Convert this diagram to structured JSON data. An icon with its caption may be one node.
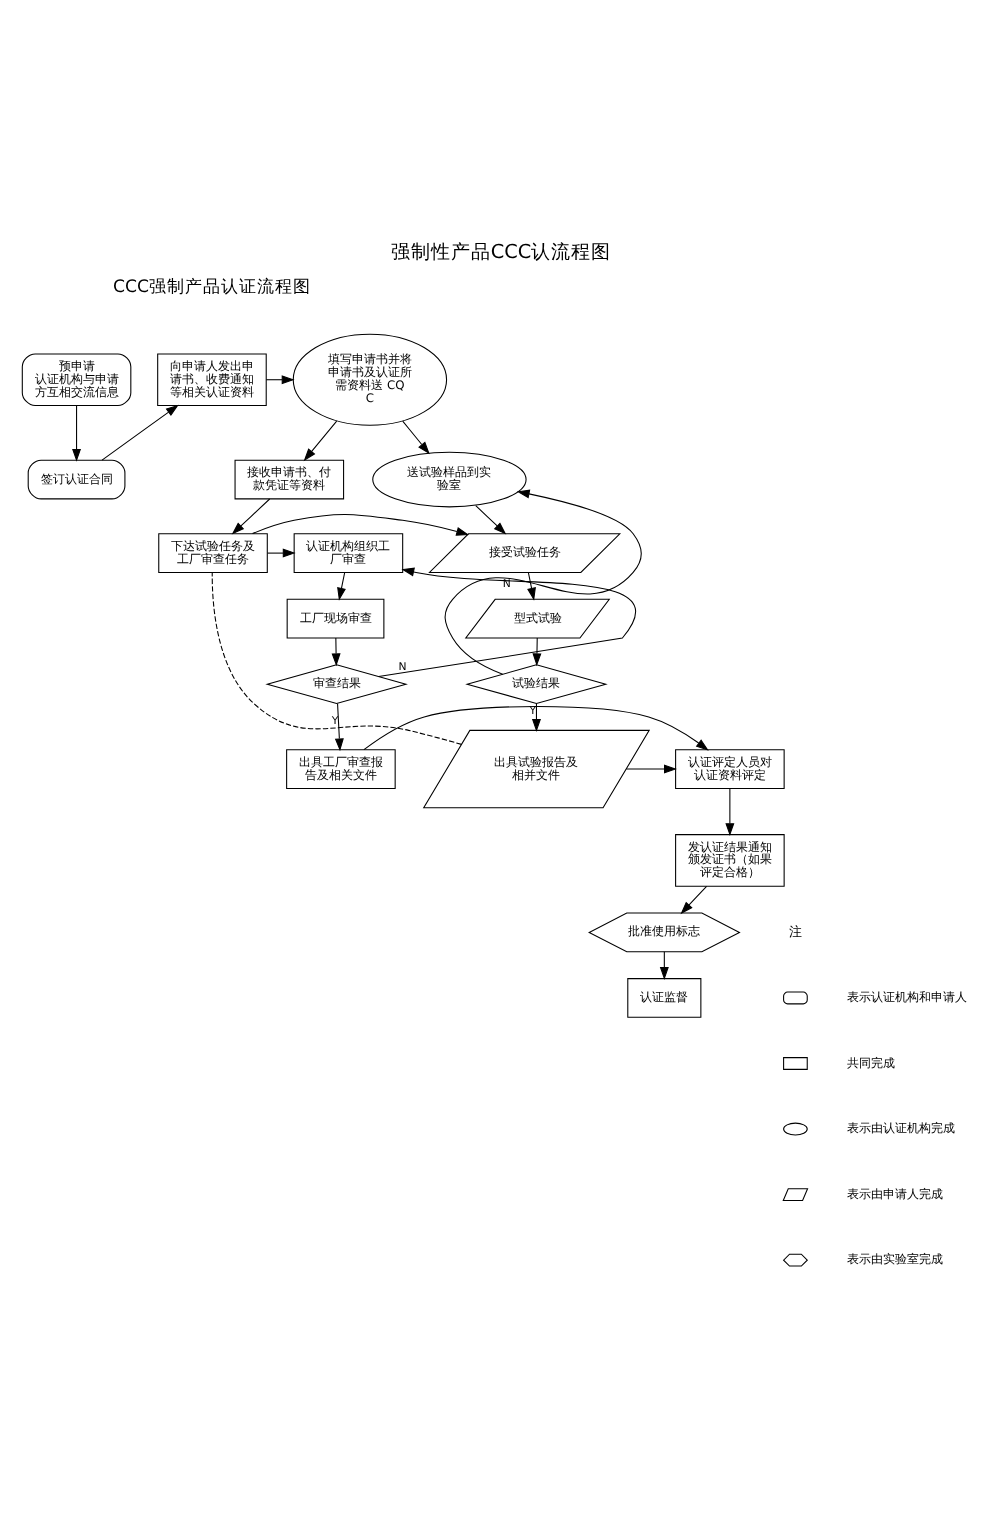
{
  "diagram": {
    "title": "强制性产品CCC认流程图",
    "nodes": [
      {
        "text": [
          "填写申请书并将申请书及认证所需资料送 CQC"
        ]
      },
      {
        "text": [
          "向申请人发出申请书、收费通知等相关认证资料"
        ]
      },
      {
        "text": [
          "预申请",
          "认证机构与申请方互相交流信息"
        ]
      },
      {
        "text": [
          "接收申请书、付款凭证等资料"
        ]
      },
      {
        "text": [
          "签订认证合同"
        ]
      },
      {
        "text": [
          "送试验样品到实验室"
        ]
      },
      {
        "text": [
          "接受试验任务"
        ]
      },
      {
        "text": [
          "下达试验任务及工厂审查任务"
        ]
      },
      {
        "text": [
          "认证机构组织工厂审查"
        ]
      },
      {
        "text": [
          "型式试验"
        ]
      },
      {
        "text": [
          "工厂现场审查"
        ]
      },
      {
        "text": [
          "试验结果"
        ]
      },
      {
        "text": [
          "审查结果"
        ]
      },
      {
        "text": [
          "出具试验报告及相并文件"
        ]
      },
      {
        "text": [
          "认证评定人员对认证资料评定"
        ]
      },
      {
        "text": [
          "出具工厂审查报告及相关文件"
        ]
      },
      {
        "text": [
          "发认证结果通知颁发证书（如果评定合格）"
        ]
      },
      {
        "text": [
          "批准使用标志"
        ]
      },
      {
        "text": [
          "认证监督"
        ]
      }
    ],
    "edges": [
      {
        "from": 1,
        "to": 0,
        "arrow": "to"
      },
      {
        "from": 2,
        "to": 4,
        "arrow": "to"
      },
      {
        "from": 4,
        "to": 1,
        "arrow": "to"
      },
      {
        "from": 0,
        "to": 5,
        "arrow": "to"
      },
      {
        "from": 0,
        "to": 3,
        "arrow": "to"
      },
      {
        "from": 5,
        "to": 6,
        "arrow": "to"
      },
      {
        "from": 3,
        "to": 7,
        "arrow": "to"
      },
      {
        "from": 7,
        "to": 6,
        "arrow": "to"
      },
      {
        "from": 7,
        "to": 8,
        "arrow": "to"
      },
      {
        "from": 6,
        "to": 9,
        "arrow": "to"
      },
      {
        "from": 8,
        "to": 10,
        "arrow": "to"
      },
      {
        "from": 9,
        "to": 11,
        "arrow": "to"
      },
      {
        "from": 10,
        "to": 12,
        "arrow": "to"
      },
      {
        "from": 11,
        "to": 5,
        "arrow": "to",
        "label": "N"
      },
      {
        "from": 11,
        "to": 13,
        "arrow": "to",
        "label": "Y"
      },
      {
        "from": 12,
        "to": 8,
        "arrow": "to",
        "label": "N"
      },
      {
        "from": 12,
        "to": 15,
        "arrow": "to",
        "label": "Y"
      },
      {
        "from": 13,
        "to": 7,
        "arrow": "none",
        "style": "dashed"
      },
      {
        "from": 13,
        "to": 14,
        "arrow": "to"
      },
      {
        "from": 15,
        "to": 14,
        "arrow": "to"
      },
      {
        "from": 14,
        "to": 16,
        "arrow": "to"
      },
      {
        "from": 16,
        "to": 17,
        "arrow": "to"
      },
      {
        "from": 17,
        "to": 18,
        "arrow": "to"
      }
    ],
    "labels": [
      "CCC强制产品认证流程图",
      "注"
    ],
    "legend": [
      {
        "text": "表示认证机构和申请人"
      },
      {
        "text": "共同完成"
      },
      {
        "text": "表示由认证机构完成"
      },
      {
        "text": "表示由申请人完成"
      },
      {
        "text": "表示由实验室完成"
      }
    ]
  }
}
